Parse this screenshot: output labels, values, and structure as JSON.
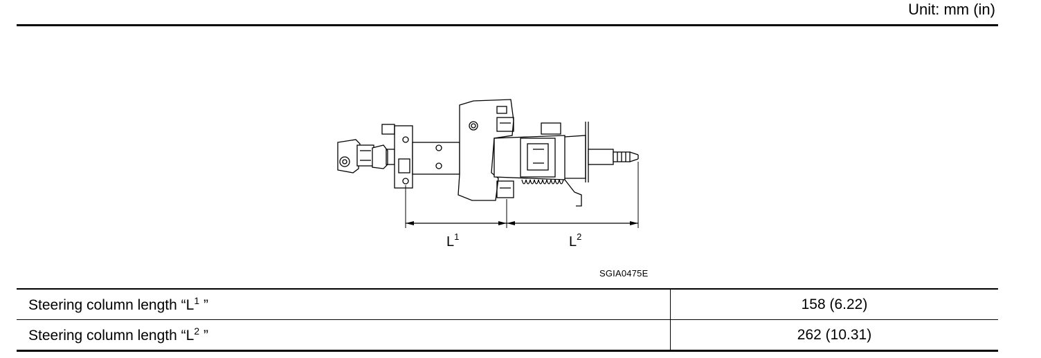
{
  "header": {
    "unit_label": "Unit: mm (in)"
  },
  "figure": {
    "code": "SGIA0475E",
    "dim1": {
      "letter": "L",
      "sup": "1"
    },
    "dim2": {
      "letter": "L",
      "sup": "2"
    }
  },
  "table": {
    "rows": [
      {
        "label_prefix": "Steering column length “L",
        "label_sup": "1",
        "label_suffix": " ”",
        "value": "158 (6.22)"
      },
      {
        "label_prefix": "Steering column length “L",
        "label_sup": "2",
        "label_suffix": " ”",
        "value": "262 (10.31)"
      }
    ]
  }
}
